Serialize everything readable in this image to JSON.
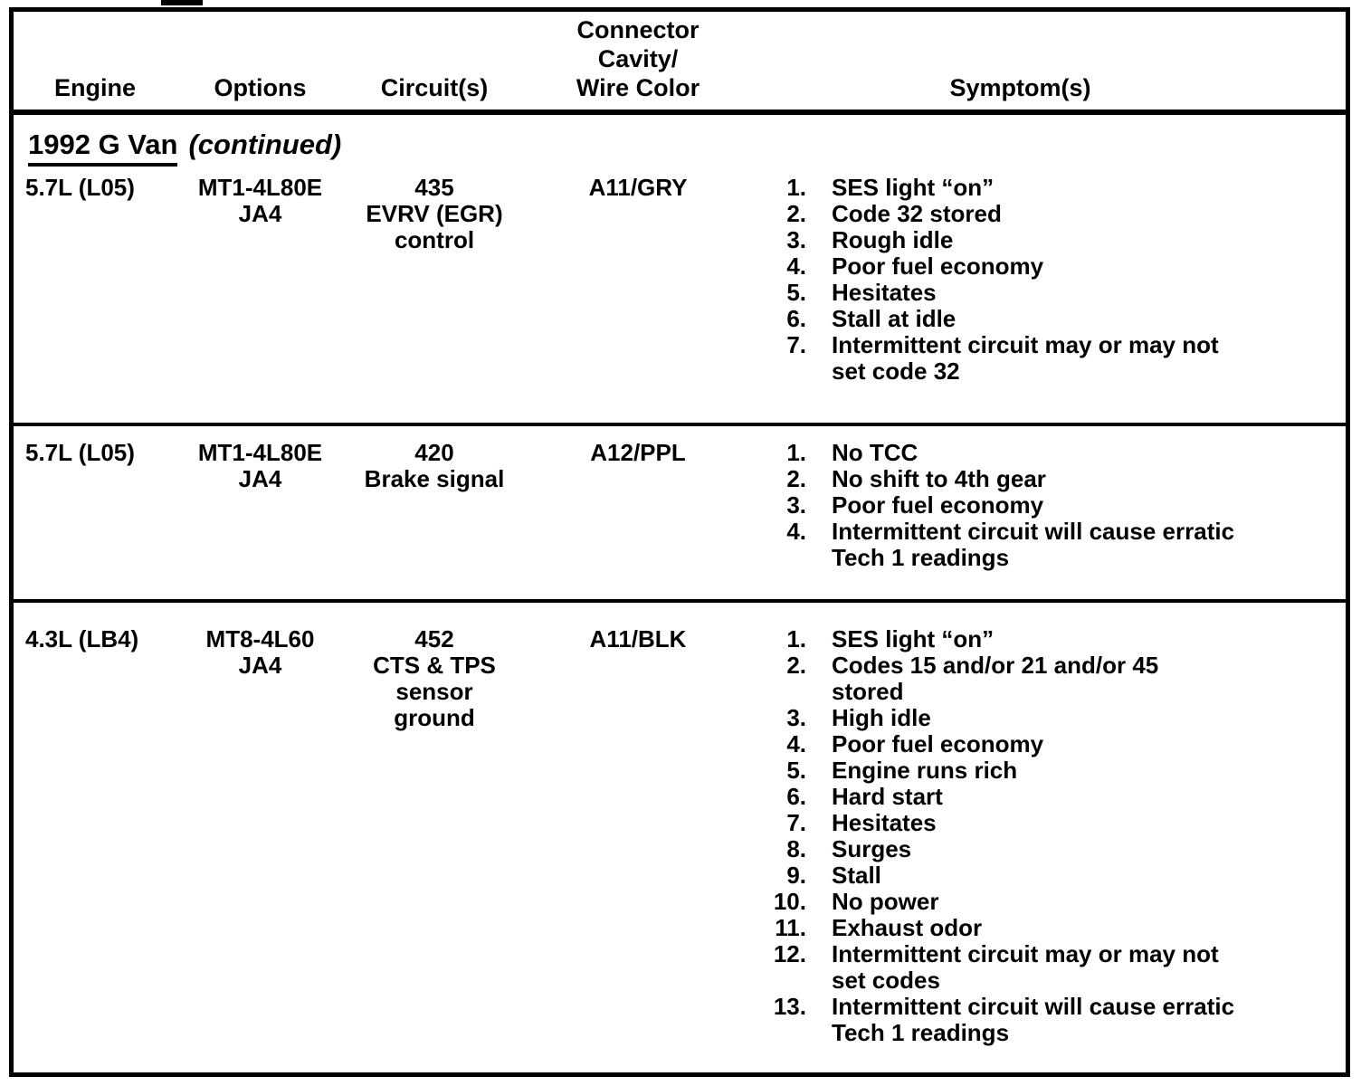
{
  "columns": {
    "engine": "Engine",
    "options": "Options",
    "circuits": "Circuit(s)",
    "connector_lines": [
      "Connector",
      "Cavity/",
      "Wire Color"
    ],
    "symptoms": "Symptom(s)"
  },
  "section": {
    "title": "1992 G Van",
    "suffix": "(continued)"
  },
  "rows": [
    {
      "engine": "5.7L (L05)",
      "options_lines": [
        "MT1-4L80E",
        "JA4"
      ],
      "circuit_lines": [
        "435",
        "EVRV (EGR)",
        "control"
      ],
      "connector": "A11/GRY",
      "symptoms": [
        "SES light “on”",
        "Code 32 stored",
        "Rough idle",
        "Poor fuel economy",
        "Hesitates",
        "Stall at idle",
        "Intermittent circuit may or may not\nset code 32"
      ]
    },
    {
      "engine": "5.7L (L05)",
      "options_lines": [
        "MT1-4L80E",
        "JA4"
      ],
      "circuit_lines": [
        "420",
        "Brake signal"
      ],
      "connector": "A12/PPL",
      "symptoms": [
        "No TCC",
        "No shift to 4th gear",
        "Poor fuel economy",
        "Intermittent circuit will cause erratic\nTech 1 readings"
      ]
    },
    {
      "engine": "4.3L (LB4)",
      "options_lines": [
        "MT8-4L60",
        "JA4"
      ],
      "circuit_lines": [
        "452",
        "CTS & TPS",
        "sensor",
        "ground"
      ],
      "connector": "A11/BLK",
      "symptoms": [
        "SES light “on”",
        "Codes 15 and/or 21 and/or 45\nstored",
        "High idle",
        "Poor fuel economy",
        "Engine runs rich",
        "Hard start",
        "Hesitates",
        "Surges",
        "Stall",
        "No power",
        "Exhaust odor",
        "Intermittent circuit may or may not\nset codes",
        "Intermittent circuit will cause erratic\nTech 1 readings"
      ]
    }
  ]
}
